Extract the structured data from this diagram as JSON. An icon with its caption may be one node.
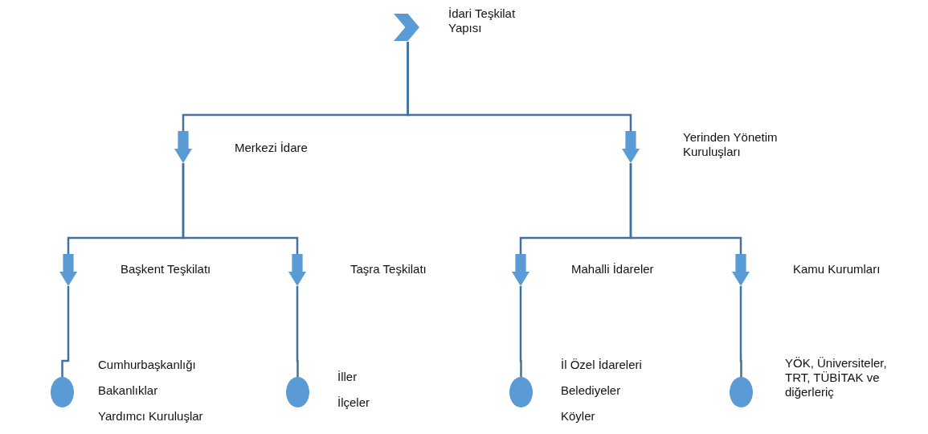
{
  "diagram": {
    "nodes": [
      {
        "text": [],
        "shape": "chevron",
        "beside": [
          "İdari Teşkilat Yapısı"
        ]
      },
      {
        "text": [],
        "shape": "arrow",
        "beside": [
          "Merkezi İdare"
        ]
      },
      {
        "text": [],
        "shape": "arrow",
        "beside": [
          "Yerinden Yönetim Kuruluşları"
        ]
      },
      {
        "text": [],
        "shape": "arrow",
        "beside": [
          "Başkent Teşkilatı"
        ]
      },
      {
        "text": [],
        "shape": "arrow",
        "beside": [
          "Taşra Teşkilatı"
        ]
      },
      {
        "text": [],
        "shape": "arrow",
        "beside": [
          "Mahalli İdareler"
        ]
      },
      {
        "text": [],
        "shape": "arrow",
        "beside": [
          "Kamu Kurumları"
        ]
      },
      {
        "text": [],
        "shape": "circle",
        "beside": [
          "Cumhurbaşkanlığı",
          "Bakanlıklar",
          "Yardımcı Kuruluşlar"
        ]
      },
      {
        "text": [],
        "shape": "circle",
        "beside": [
          "İller",
          "İlçeler"
        ]
      },
      {
        "text": [],
        "shape": "circle",
        "beside": [
          "İl Özel İdareleri",
          "Belediyeler",
          "Köyler"
        ]
      },
      {
        "text": [],
        "shape": "circle",
        "beside": [
          "YÖK, Üniversiteler, TRT, TÜBİTAK ve diğerleriç"
        ]
      }
    ],
    "edges": [
      {
        "from": 0,
        "to": 1,
        "arrow": "none"
      },
      {
        "from": 0,
        "to": 2,
        "arrow": "none"
      },
      {
        "from": 1,
        "to": 3,
        "arrow": "none"
      },
      {
        "from": 1,
        "to": 4,
        "arrow": "none"
      },
      {
        "from": 2,
        "to": 5,
        "arrow": "none"
      },
      {
        "from": 2,
        "to": 6,
        "arrow": "none"
      },
      {
        "from": 3,
        "to": 7,
        "arrow": "none"
      },
      {
        "from": 4,
        "to": 8,
        "arrow": "none"
      },
      {
        "from": 5,
        "to": 9,
        "arrow": "none"
      },
      {
        "from": 6,
        "to": 10,
        "arrow": "none"
      }
    ]
  }
}
